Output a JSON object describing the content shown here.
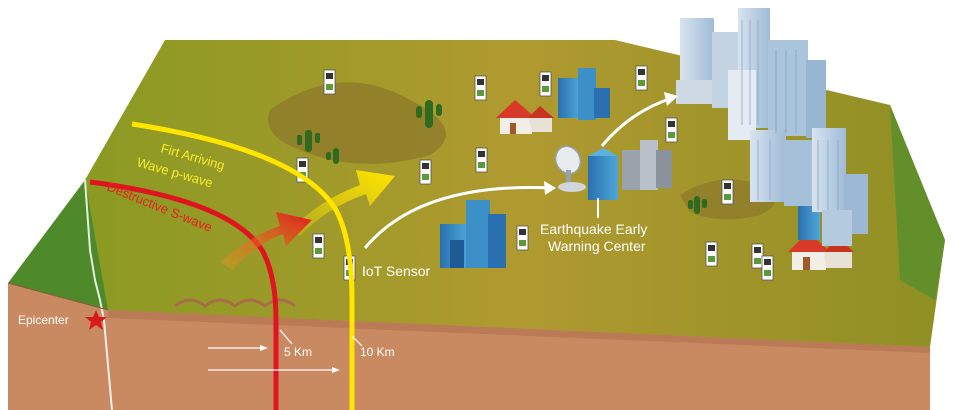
{
  "labels": {
    "p_wave_line1": "Firt Arriving",
    "p_wave_line2": "Wave p-wave",
    "s_wave": "Destructive S-wave",
    "iot_sensor": "IoT Sensor",
    "warning_center_line1": "Earthquake Early",
    "warning_center_line2": "Warning Center",
    "epicenter": "Epicenter",
    "dist_5": "5 Km",
    "dist_10": "10 Km"
  },
  "colors": {
    "terrain": "#a39a28",
    "terrain_dark": "#7d8a1e",
    "soil": "#c98a62",
    "soil_side": "#b97a55",
    "green_side": "#4e8a2a",
    "p_wave": "#ffe500",
    "s_wave": "#e0141e",
    "label_text": "#ffffff",
    "p_label_text": "#f4ec2c",
    "s_label_text": "#e8201e",
    "epicenter_star": "#d91a1a"
  },
  "icons": [
    "seismic-sensor-icon",
    "building-icon",
    "house-icon",
    "cactus-icon",
    "satellite-dish-icon",
    "star-icon"
  ]
}
